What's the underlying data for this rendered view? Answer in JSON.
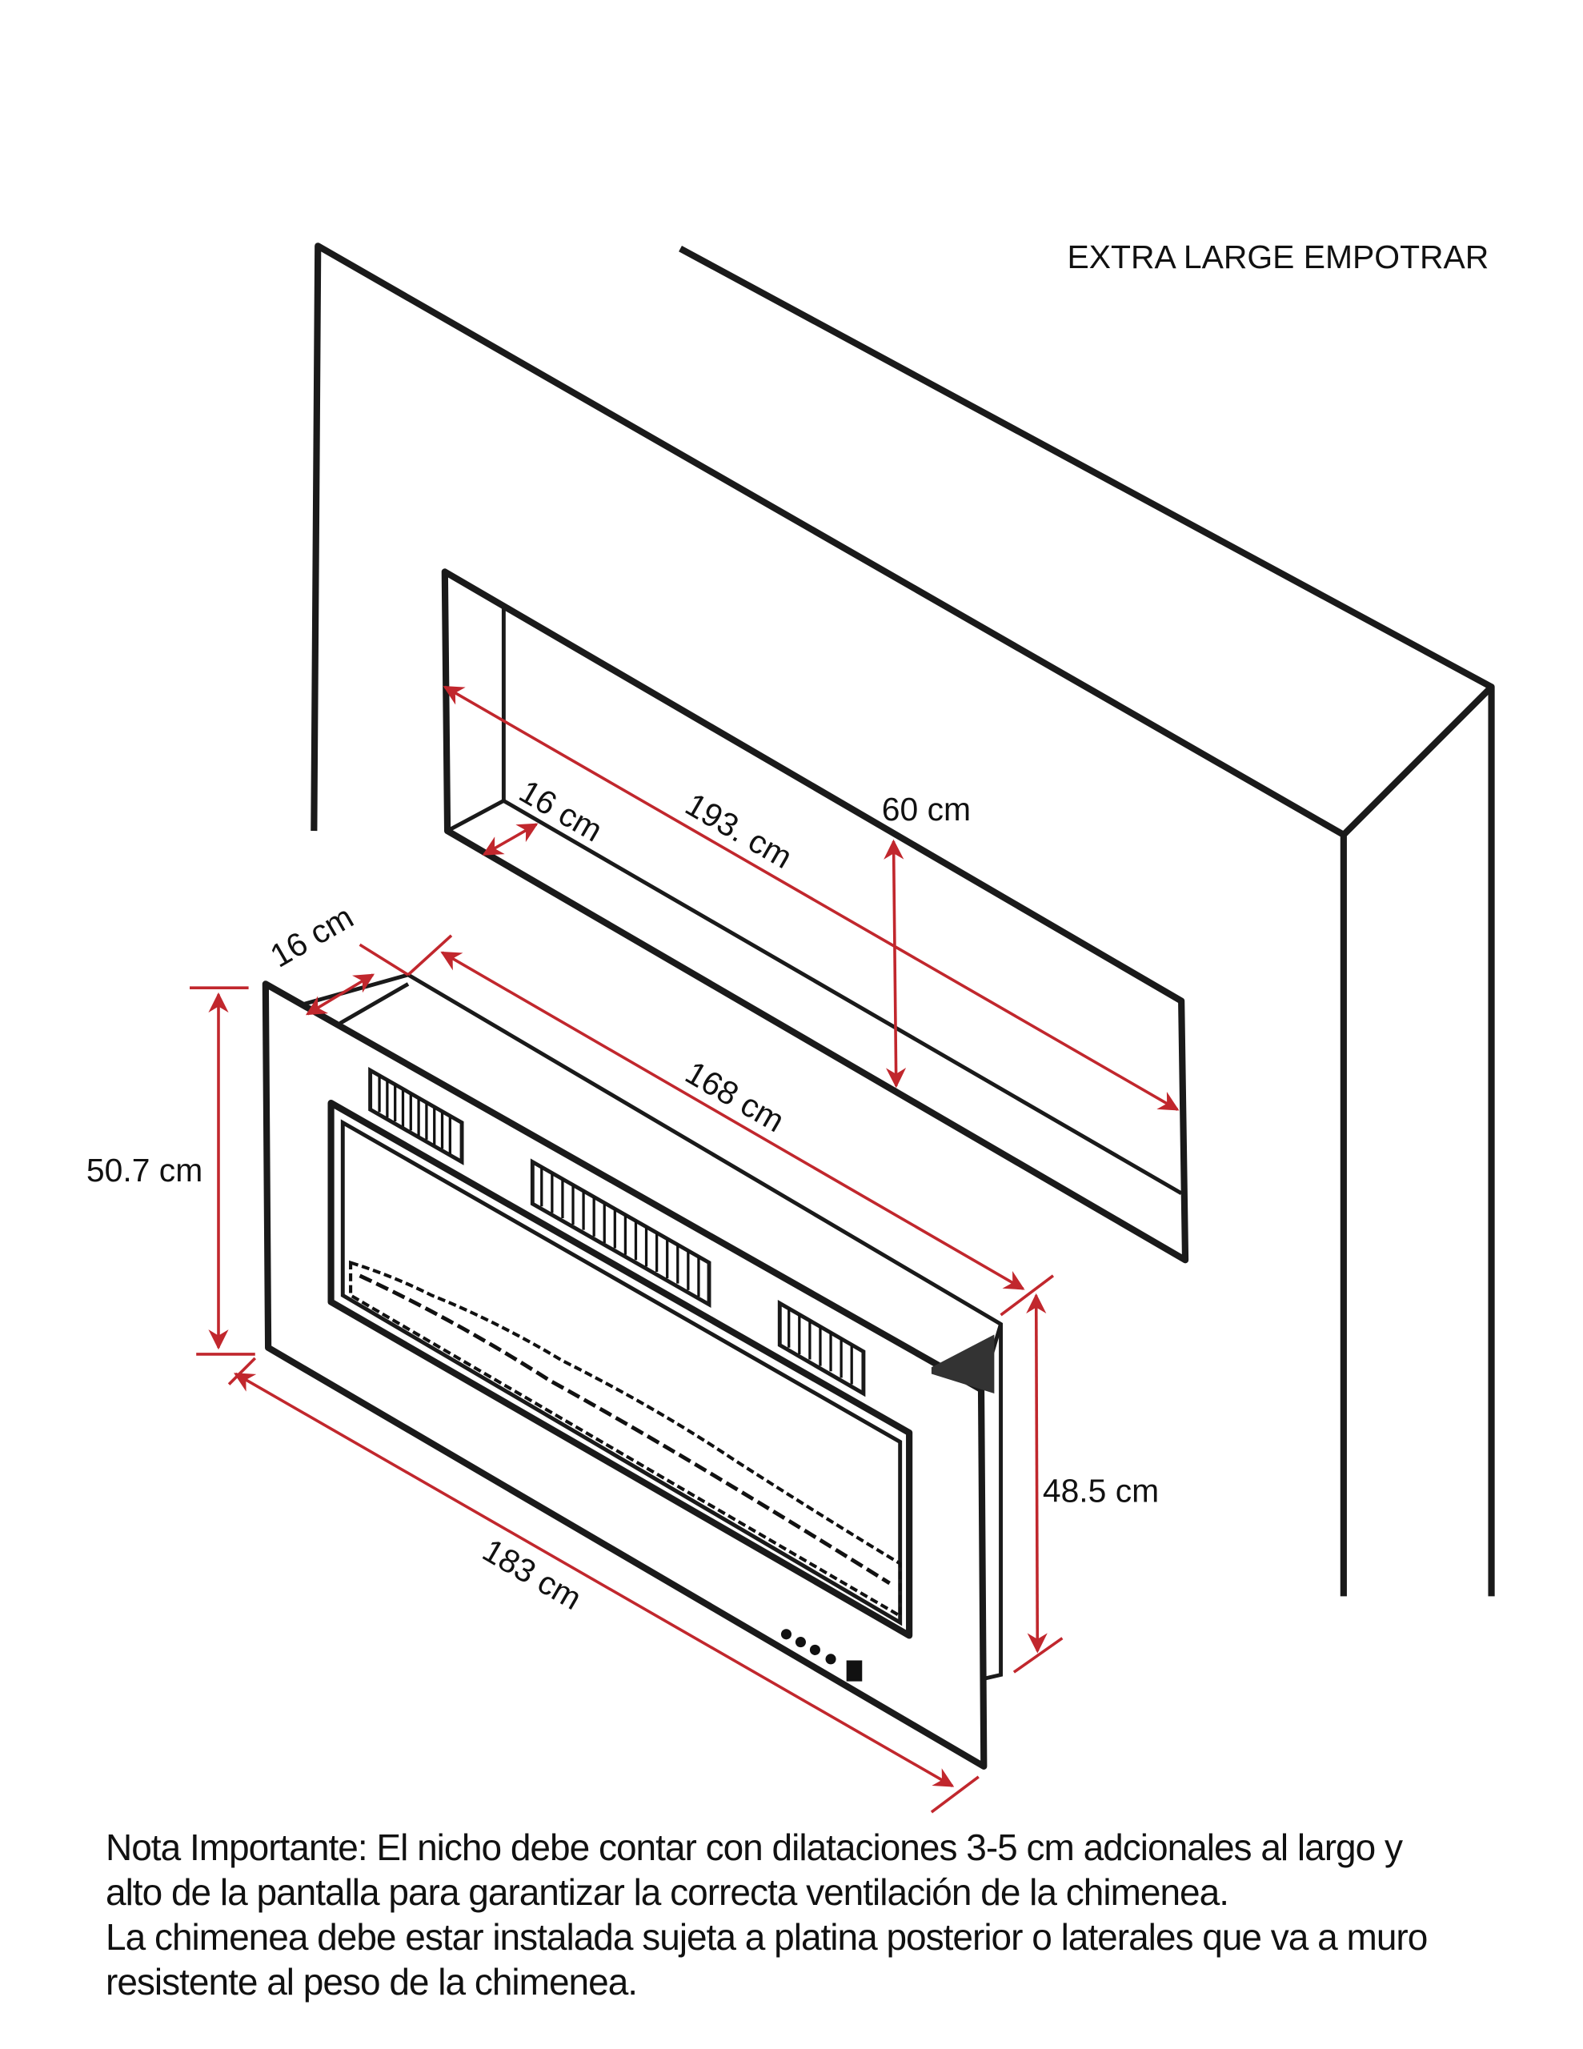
{
  "title": "EXTRA LARGE EMPOTRAR",
  "dimensions": {
    "niche_depth": "16 cm",
    "niche_width": "193. cm",
    "niche_height": "60 cm",
    "unit_depth": "16 cm",
    "unit_top_width": "168 cm",
    "unit_front_height": "50.7 cm",
    "unit_back_height": "48.5 cm",
    "unit_front_width": "183 cm"
  },
  "note": {
    "lines": [
      "Nota Importante: El nicho debe contar con dilataciones 3-5 cm adcionales al largo y",
      "alto de la pantalla para garantizar la correcta ventilación de la chimenea.",
      "La chimenea debe estar instalada sujeta a platina posterior o laterales que va a muro",
      "resistente al peso de la chimenea."
    ]
  },
  "colors": {
    "dimension": "#c1272d",
    "line": "#1a1a1a"
  }
}
